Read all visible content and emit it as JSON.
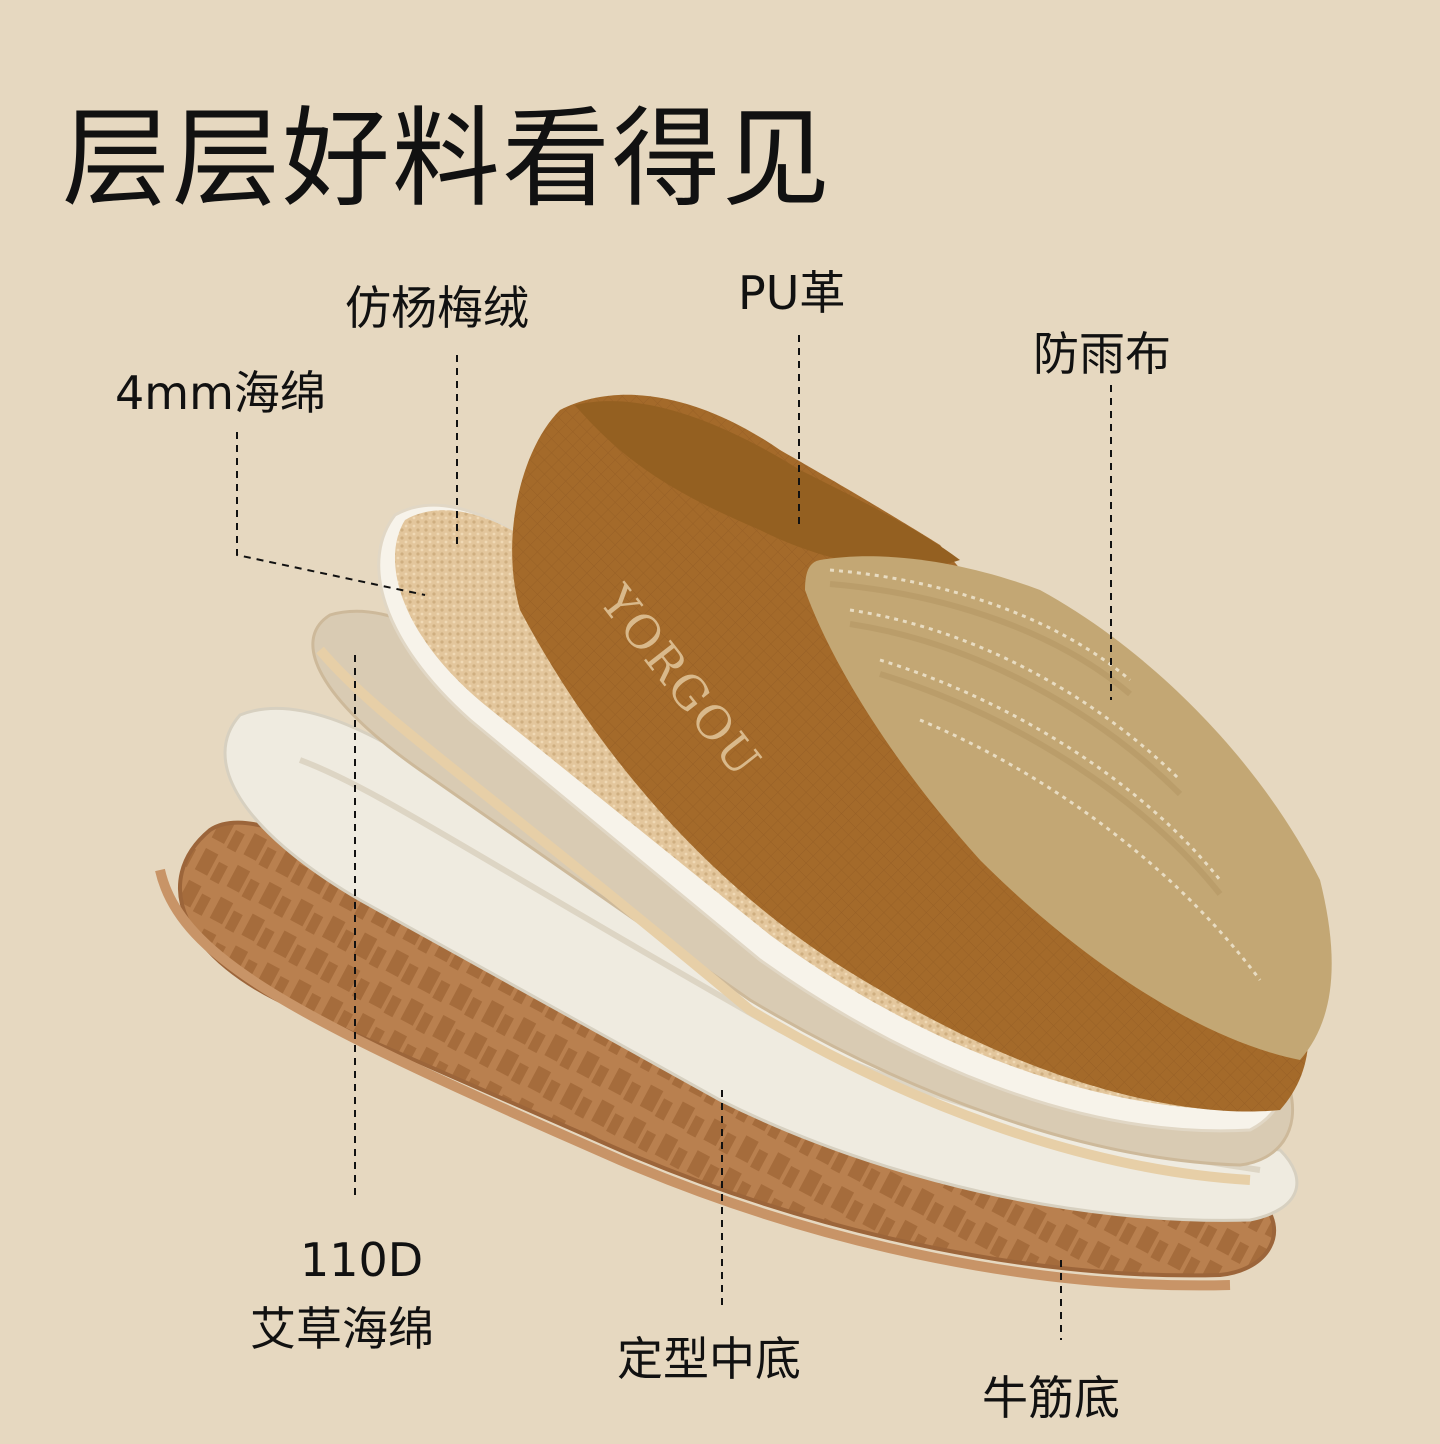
{
  "title": "层层好料看得见",
  "brand": "YORGOU",
  "labels": {
    "faux_velvet": "仿杨梅绒",
    "pu_leather": "PU革",
    "sponge_4mm": "4mm海绵",
    "rainproof": "防雨布",
    "sponge_110d_line1": "110D",
    "sponge_110d_line2": "艾草海绵",
    "midsole": "定型中底",
    "outsole": "牛筋底"
  },
  "colors": {
    "background": "#e6d8c0",
    "outsole": "#b9804f",
    "midsole": "#efebe0",
    "sponge": "#d9cbb3",
    "velvet": "#e7cba3",
    "pu": "#a46a2a",
    "rainproof": "#c3a774"
  }
}
